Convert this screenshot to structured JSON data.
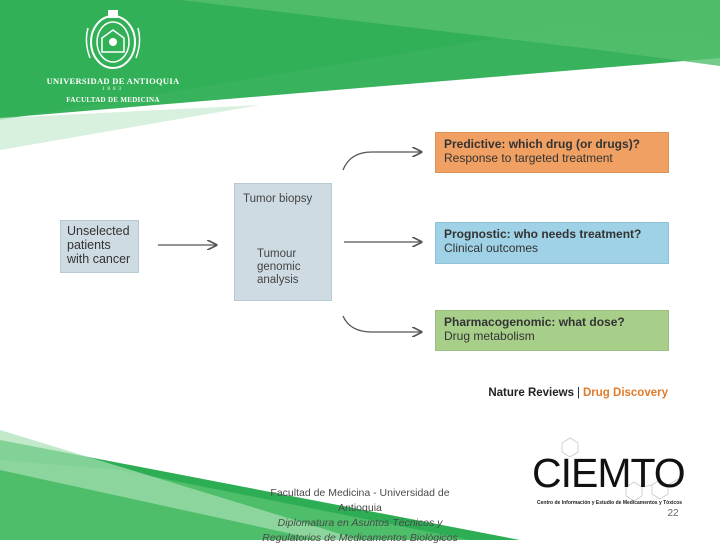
{
  "university": {
    "name": "UNIVERSIDAD DE ANTIOQUIA",
    "year": "1803",
    "faculty": "FACULTAD DE MEDICINA"
  },
  "diagram": {
    "input_box": "Unselected patients with cancer",
    "biopsy_top": "Tumor biopsy",
    "biopsy_bottom": "Tumour genomic analysis",
    "outcomes": [
      {
        "bold": "Predictive: which drug (or drugs)?",
        "normal": "Response to targeted treatment",
        "color": "#f0a062"
      },
      {
        "bold": "Prognostic: who needs treatment?",
        "normal": "Clinical outcomes",
        "color": "#9fd2e6"
      },
      {
        "bold": "Pharmacogenomic: what dose?",
        "normal": "Drug metabolism",
        "color": "#a7cf8a"
      }
    ]
  },
  "credit": {
    "journal": "Nature Reviews",
    "separator": "|",
    "section": "Drug Discovery"
  },
  "footer": {
    "line1": "Facultad de Medicina - Universidad de Antioquia",
    "line2": "Diplomatura en Asuntos Técnicos y Regulatorios de Medicamentos Biológicos"
  },
  "logo": {
    "text": "CIEMTO",
    "subtitle": "Centro de Información y Estudio de Medicamentos y Tóxicos"
  },
  "page_number": "22",
  "colors": {
    "brand_green": "#2eae54",
    "light_green": "#8fd19c",
    "credit_orange": "#e07b2c"
  }
}
